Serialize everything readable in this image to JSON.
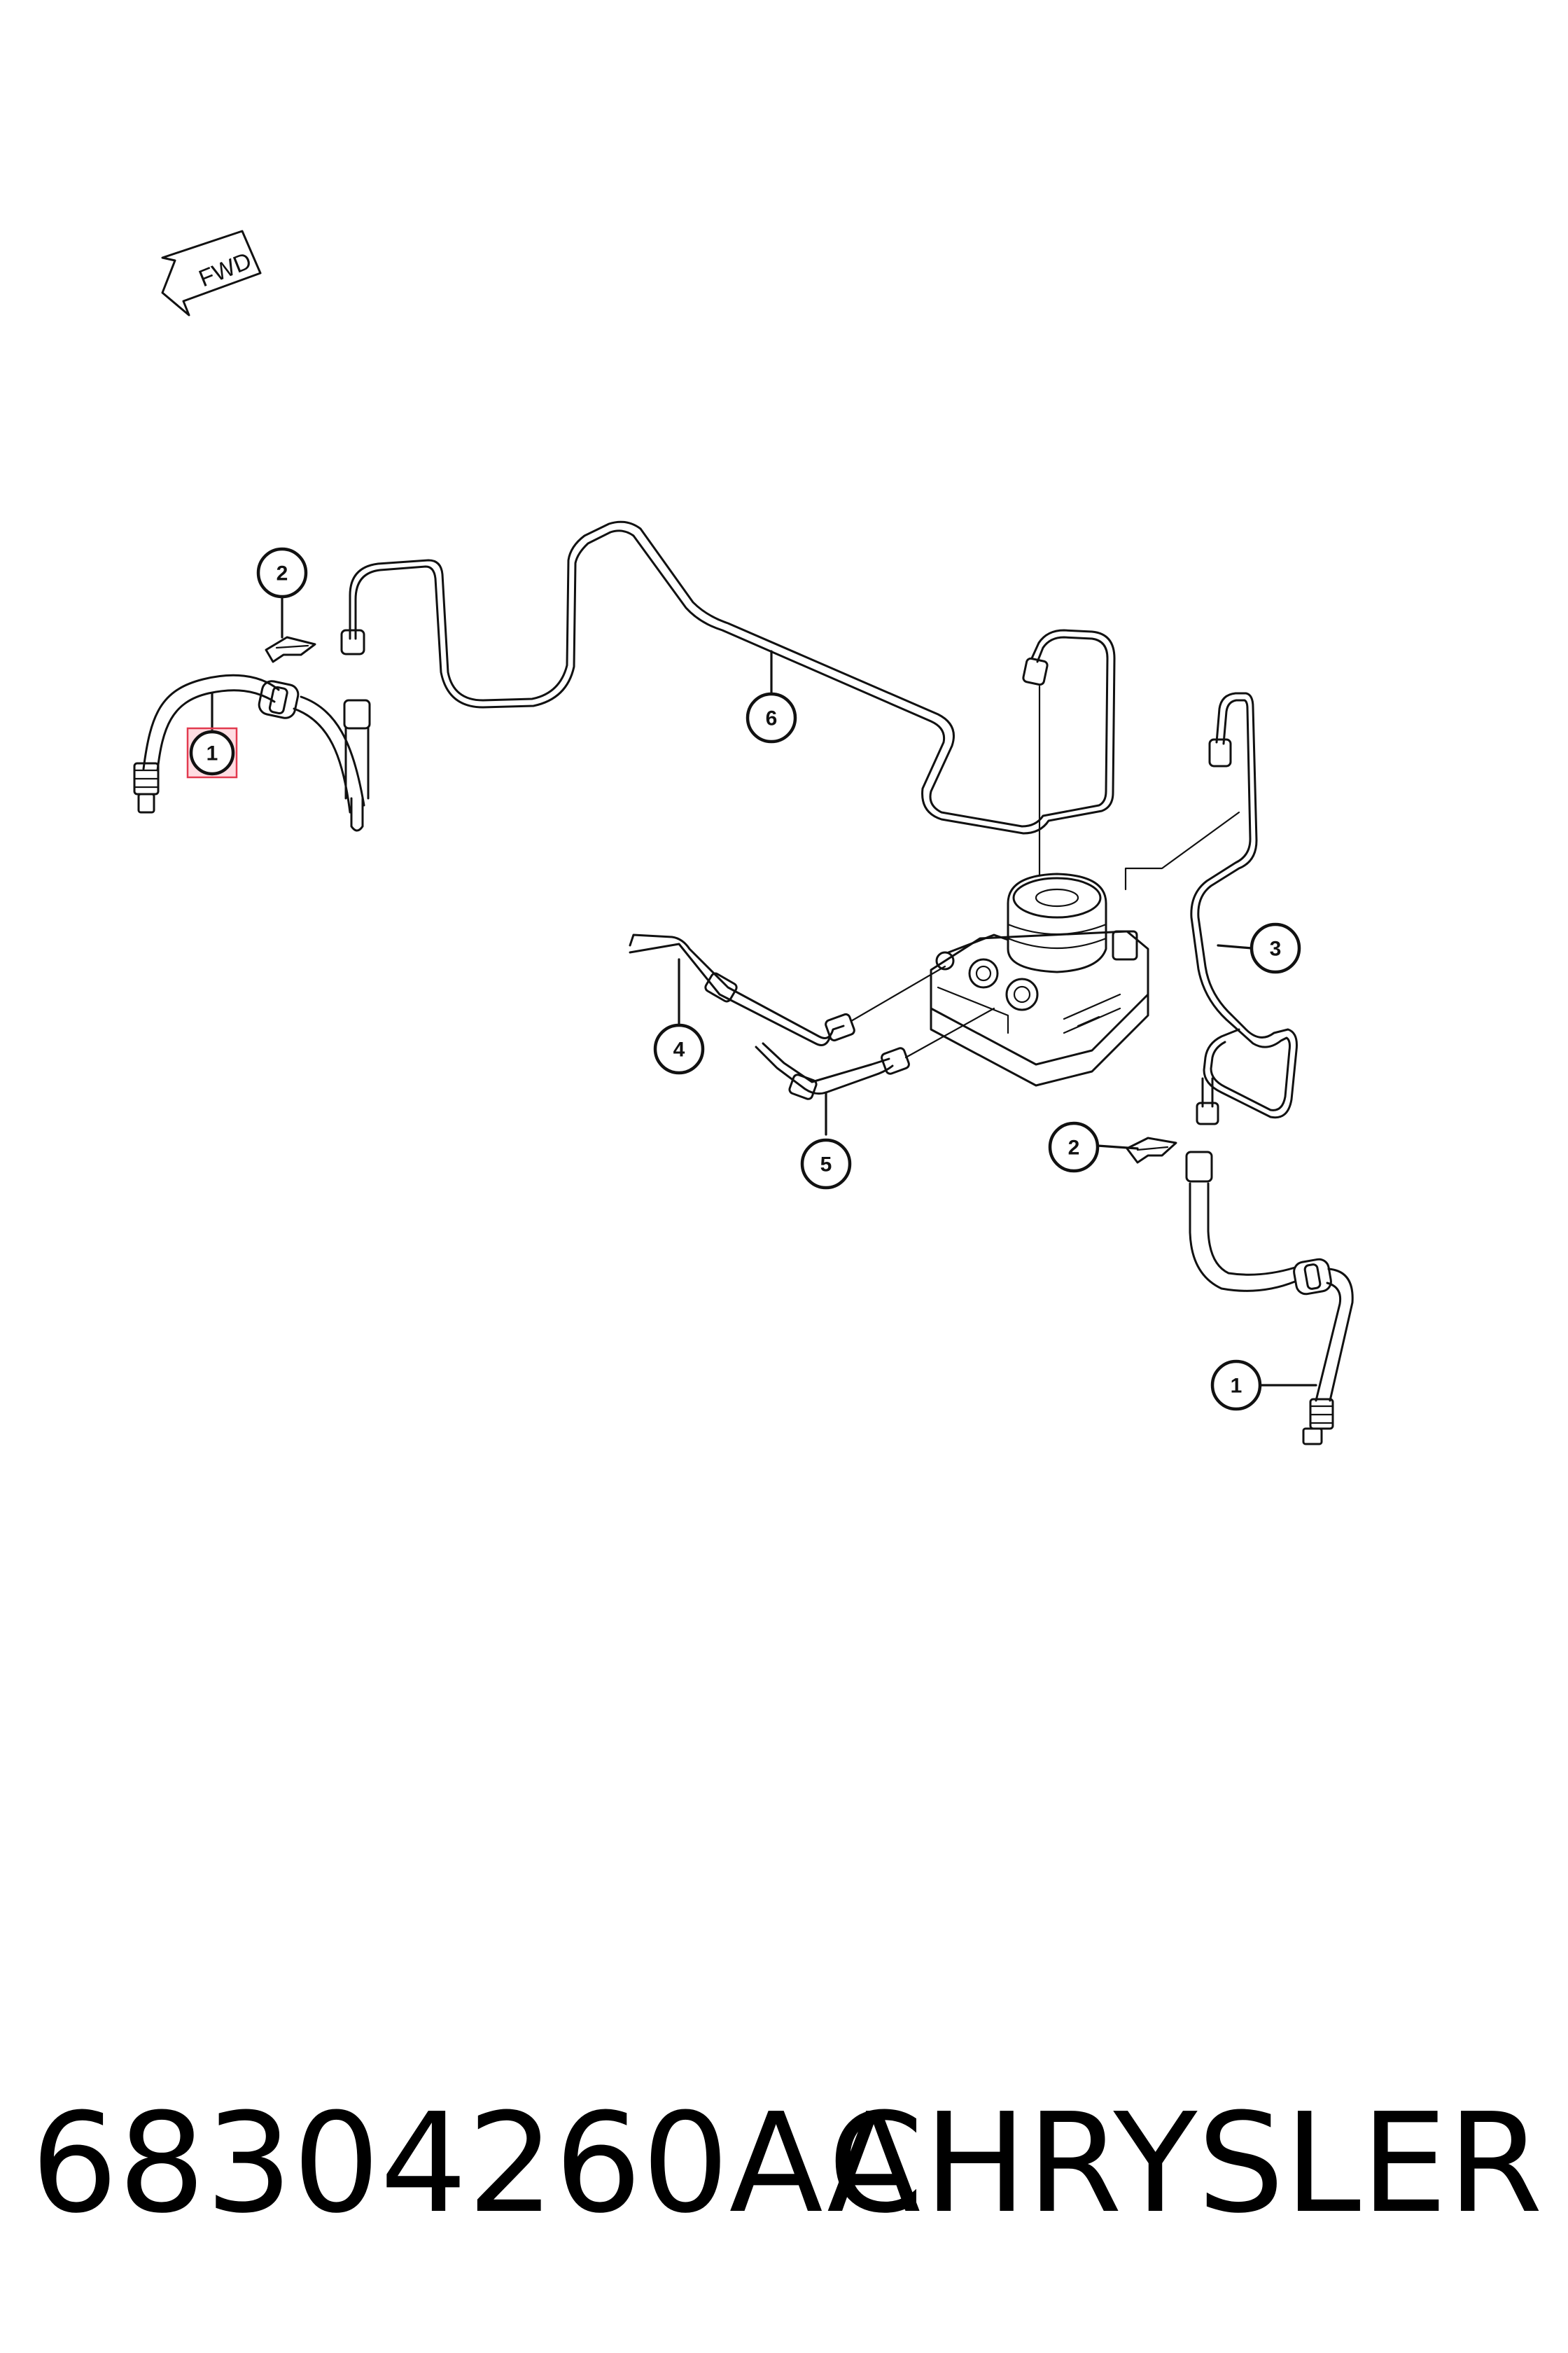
{
  "fwd_label": "FWD",
  "callouts": {
    "c1_left": "1",
    "c1_right": "1",
    "c2_left": "2",
    "c2_right": "2",
    "c3": "3",
    "c4": "4",
    "c5": "5",
    "c6": "6"
  },
  "highlight_color": "#e23a4f",
  "footer": {
    "part_number": "68304260AA",
    "brand": "CHRYSLER"
  }
}
